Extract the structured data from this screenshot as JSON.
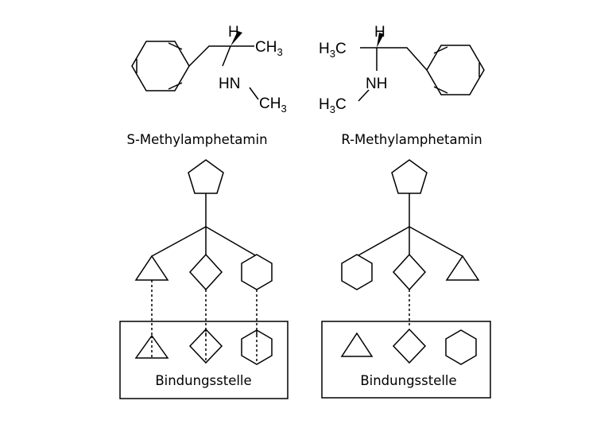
{
  "molecules": {
    "s": {
      "caption": "S-Methylamphetamin",
      "h": "H",
      "ch3_top": "CH",
      "ch3_top_sub": "3",
      "hn": "HN",
      "ch3_bottom": "CH",
      "ch3_bottom_sub": "3"
    },
    "r": {
      "caption": "R-Methylamphetamin",
      "h": "H",
      "h3c_top": "H",
      "h3c_top_sub": "3",
      "h3c_top_c": "C",
      "nh": "NH",
      "h3c_bottom": "H",
      "h3c_bottom_sub": "3",
      "h3c_bottom_c": "C"
    }
  },
  "binding_sites": {
    "left_label": "Bindungsstelle",
    "right_label": "Bindungsstelle"
  }
}
